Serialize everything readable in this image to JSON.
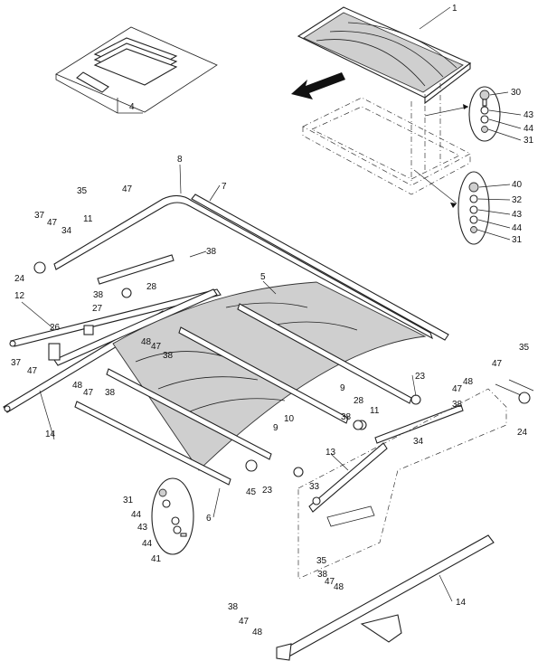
{
  "callouts": {
    "c1": "1",
    "c4": "4",
    "c30": "30",
    "c43a": "43",
    "c44a": "44",
    "c31a": "31",
    "c40": "40",
    "c32": "32",
    "c43b": "43",
    "c44b": "44",
    "c31b": "31",
    "c8": "8",
    "c7": "7",
    "c35a": "35",
    "c47a": "47",
    "c37a": "37",
    "c47b": "47",
    "c11a": "11",
    "c34a": "34",
    "c38a": "38",
    "c24a": "24",
    "c5": "5",
    "c38b": "38",
    "c28a": "28",
    "c12": "12",
    "c27": "27",
    "c26": "26",
    "c37b": "37",
    "c47c": "47",
    "c48a": "48",
    "c47d": "47",
    "c38c": "38",
    "c48b": "48",
    "c47e": "47",
    "c38d": "38",
    "c14a": "14",
    "c35b": "35",
    "c47f": "47",
    "c48c": "48",
    "c38e": "38",
    "c9a": "9",
    "c23a": "23",
    "c28b": "28",
    "c11b": "11",
    "c38f": "38",
    "c24b": "24",
    "c10": "10",
    "c34b": "34",
    "c9b": "9",
    "c13": "13",
    "c33": "33",
    "c45": "45",
    "c23b": "23",
    "c6": "6",
    "c31c": "31",
    "c44c": "44",
    "c43c": "43",
    "c44d": "44",
    "c41": "41",
    "c35c": "35",
    "c38g": "38",
    "c47g": "47",
    "c48d": "48",
    "c14b": "14",
    "c38h": "38",
    "c47h": "47",
    "c48e": "48"
  }
}
